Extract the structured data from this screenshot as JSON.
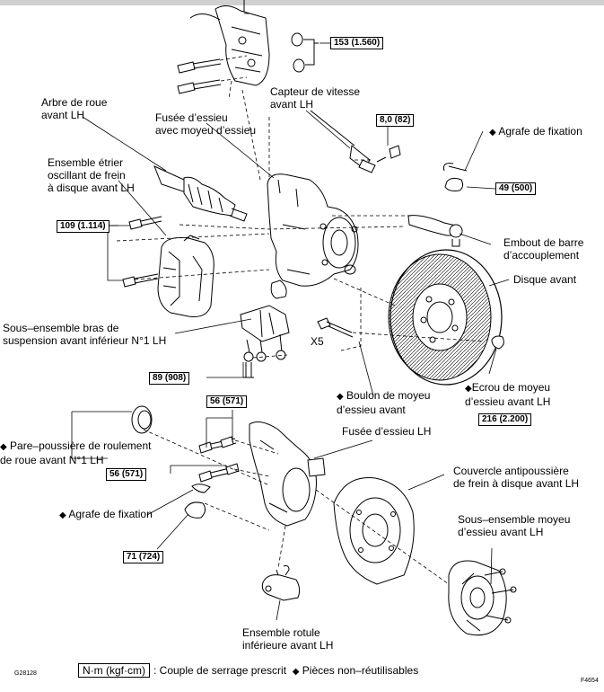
{
  "labels": {
    "arbre_roue": "Arbre de roue\navant LH",
    "fusee_moyeu": "Fusée d’essieu\navec moyeu d’essieu",
    "capteur": "Capteur de vitesse\navant LH",
    "agrafe_top": "Agrafe de fixation",
    "etrier": "Ensemble étrier\noscillant de frein\nà disque avant LH",
    "embout": "Embout de barre\nd’accouplement",
    "disque": "Disque avant",
    "bras": "Sous–ensemble bras de\nsuspension avant inférieur N°1 LH",
    "x5": "X5",
    "boulon": "Boulon de moyeu\nd’essieu avant",
    "ecrou": "Ecrou de moyeu\nd’essieu avant LH",
    "fusee": "Fusée d’essieu LH",
    "pare_poussiere": "Pare–poussière de roulement\nde roue avant N°1 LH",
    "couvercle": "Couvercle antipoussière\nde frein à disque avant LH",
    "agrafe_bottom": "Agrafe de fixation",
    "moyeu": "Sous–ensemble moyeu\nd’essieu avant LH",
    "rotule": "Ensemble rotule\ninférieure avant LH"
  },
  "torques": {
    "t153": "153 (1.560)",
    "t8": "8,0 (82)",
    "t49": "49 (500)",
    "t109": "109 (1.114)",
    "t89": "89 (908)",
    "t216": "216 (2.200)",
    "t56a": "56 (571)",
    "t56b": "56 (571)",
    "t71": "71 (724)"
  },
  "legend": {
    "unit_box": "N·m (kgf·cm)",
    "torque_text": ": Couple de serrage prescrit",
    "nonreuse_text": "Pièces non–réutilisables",
    "diamond": "◆"
  },
  "codes": {
    "left": "G28128",
    "right": "F4654"
  }
}
